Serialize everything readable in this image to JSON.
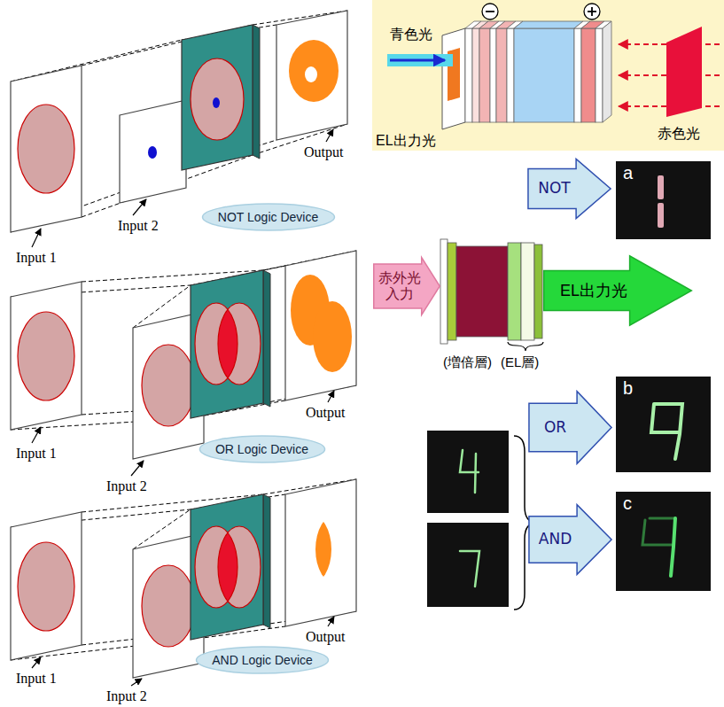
{
  "diagram": {
    "nodes": [
      {
        "text": [
          "NOT Logic Device"
        ]
      },
      {
        "text": [
          "OR Logic Device"
        ]
      },
      {
        "text": [
          "AND Logic Device"
        ]
      },
      {
        "text": [
          "青色光",
          "EL出力光",
          "赤色光"
        ]
      },
      {
        "text": [
          "NOT"
        ]
      },
      {
        "text": [
          "a"
        ]
      },
      {
        "text": [
          "赤外光入力"
        ]
      },
      {
        "text": [
          "EL出力光"
        ]
      },
      {
        "text": [
          "OR"
        ]
      },
      {
        "text": [
          "b"
        ]
      },
      {
        "text": [
          "AND"
        ]
      },
      {
        "text": [
          "c"
        ]
      }
    ],
    "labels": [
      "Input 1",
      "Input 2",
      "Output",
      "Input 1",
      "Input 2",
      "Output",
      "Input 1",
      "Input 2",
      "Output",
      "(増倍層)",
      "(EL層)"
    ]
  }
}
